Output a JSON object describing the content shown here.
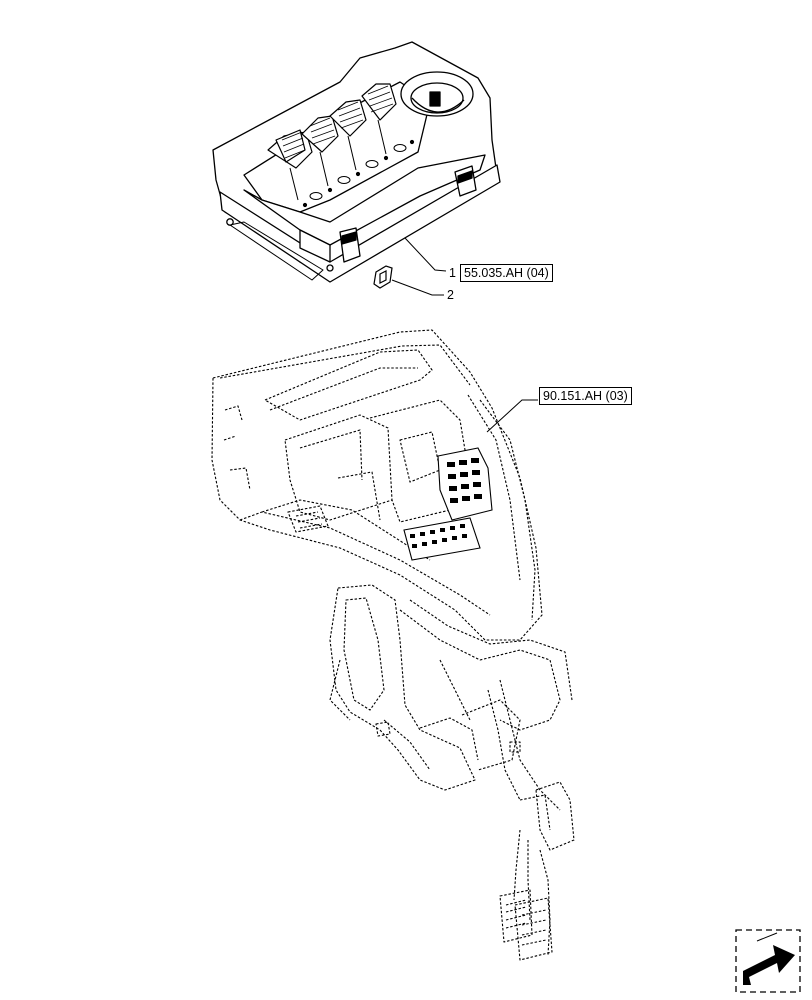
{
  "callouts": [
    {
      "number": "1",
      "reference": "55.035.AH (04)"
    },
    {
      "number": "2"
    }
  ],
  "references": {
    "harness": "90.151.AH (03)"
  },
  "icons": {
    "navigation": "return-arrow-icon"
  }
}
